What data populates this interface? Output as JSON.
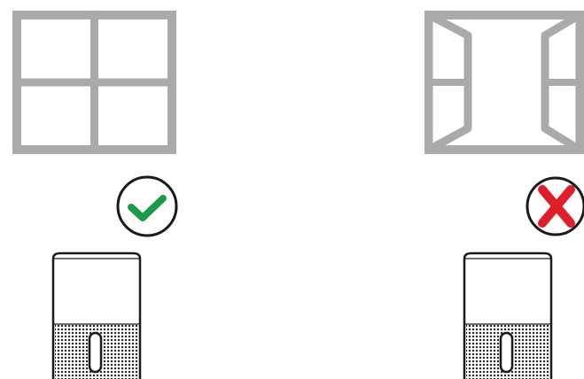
{
  "panels": [
    {
      "id": "left",
      "window_state": "closed",
      "window_icon": "closed-window-icon",
      "badge_icon": "checkmark-icon",
      "badge_meaning": "correct",
      "badge_color": "#1a9a4a",
      "device_icon": "air-purifier-icon"
    },
    {
      "id": "right",
      "window_state": "open",
      "window_icon": "open-window-icon",
      "badge_icon": "cross-icon",
      "badge_meaning": "incorrect",
      "badge_color": "#e01e2a",
      "device_icon": "air-purifier-icon"
    }
  ],
  "colors": {
    "window_frame": "#aaaaaa",
    "outline": "#1a1a1a",
    "background": "#ffffff"
  }
}
